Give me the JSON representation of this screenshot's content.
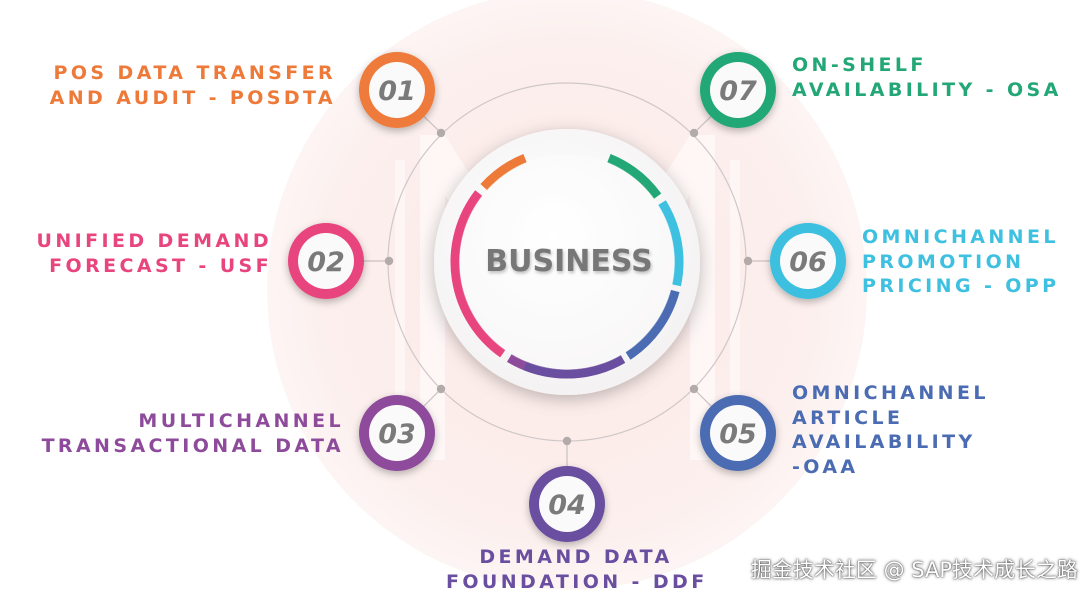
{
  "center": {
    "label": "BUSINESS"
  },
  "items": [
    {
      "id": "01",
      "color": "#ee7a3a",
      "lines": [
        "POS DATA TRANSFER",
        "AND AUDIT - POSDTA"
      ]
    },
    {
      "id": "02",
      "color": "#e8457e",
      "lines": [
        "UNIFIED DEMAND",
        "FORECAST - USF"
      ]
    },
    {
      "id": "03",
      "color": "#8e4b9b",
      "lines": [
        "MULTICHANNEL",
        "TRANSACTIONAL DATA"
      ]
    },
    {
      "id": "04",
      "color": "#6a4fa0",
      "lines": [
        "DEMAND DATA",
        "FOUNDATION - DDF"
      ]
    },
    {
      "id": "05",
      "color": "#4b6cb2",
      "lines": [
        "OMNICHANNEL",
        "ARTICLE",
        "AVAILABILITY",
        "-OAA"
      ]
    },
    {
      "id": "06",
      "color": "#3ec0e0",
      "lines": [
        "OMNICHANNEL",
        "PROMOTION",
        "PRICING - OPP"
      ]
    },
    {
      "id": "07",
      "color": "#23a776",
      "lines": [
        "ON-SHELF",
        "AVAILABILITY - OSA"
      ]
    }
  ],
  "watermark": "掘金技术社区 @ SAP技术成长之路"
}
